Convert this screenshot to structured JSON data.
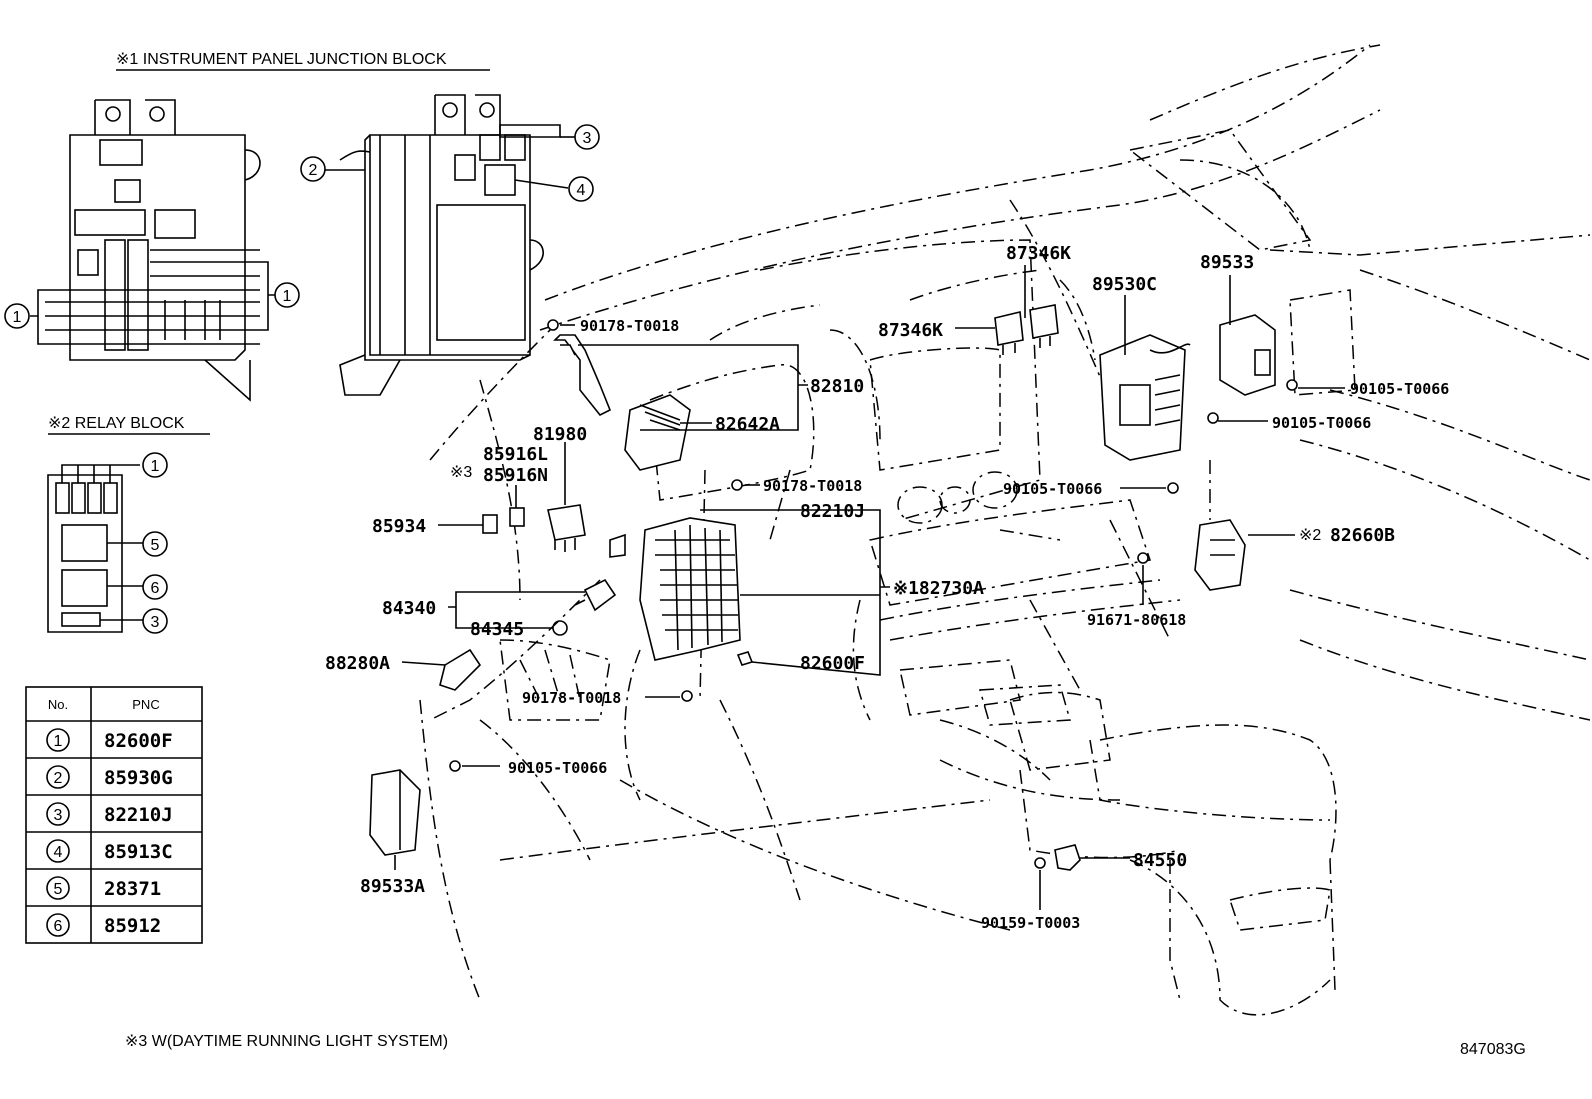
{
  "headings": {
    "ip_junction_block": "※1 INSTRUMENT PANEL JUNCTION BLOCK",
    "relay_block": "※2 RELAY BLOCK",
    "footnote": "※3 W(DAYTIME RUNNING LIGHT SYSTEM)",
    "drawing_number": "847083G"
  },
  "callout_numbers": [
    "1",
    "2",
    "3",
    "4",
    "5",
    "6"
  ],
  "table": {
    "col_no": "No.",
    "col_pnc": "PNC",
    "rows": [
      {
        "no": "1",
        "pnc": "82600F"
      },
      {
        "no": "2",
        "pnc": "85930G"
      },
      {
        "no": "3",
        "pnc": "82210J"
      },
      {
        "no": "4",
        "pnc": "85913C"
      },
      {
        "no": "5",
        "pnc": "28371"
      },
      {
        "no": "6",
        "pnc": "85912"
      }
    ]
  },
  "parts": {
    "p87346K_top": "87346K",
    "p87346K_side": "87346K",
    "p89533": "89533",
    "p89530C": "89530C",
    "p90178_a": "90178-T0018",
    "p82810": "82810",
    "p82642A": "82642A",
    "p81980": "81980",
    "p85916L": "85916L",
    "p85916N": "85916N",
    "p85916_mark": "※3",
    "p85934": "85934",
    "p90178_b": "90178-T0018",
    "p82210J": "82210J",
    "p90105_a": "90105-T0066",
    "p90105_b": "90105-T0066",
    "p90105_c": "90105-T0066",
    "p82660B_mark": "※2",
    "p82660B": "82660B",
    "p82730A": "※182730A",
    "p84340": "84340",
    "p84345": "84345",
    "p91671": "91671-80618",
    "p88280A": "88280A",
    "p82600F": "82600F",
    "p90178_c": "90178-T0018",
    "p90105_d": "90105-T0066",
    "p89533A": "89533A",
    "p84550": "84550",
    "p90159": "90159-T0003"
  }
}
